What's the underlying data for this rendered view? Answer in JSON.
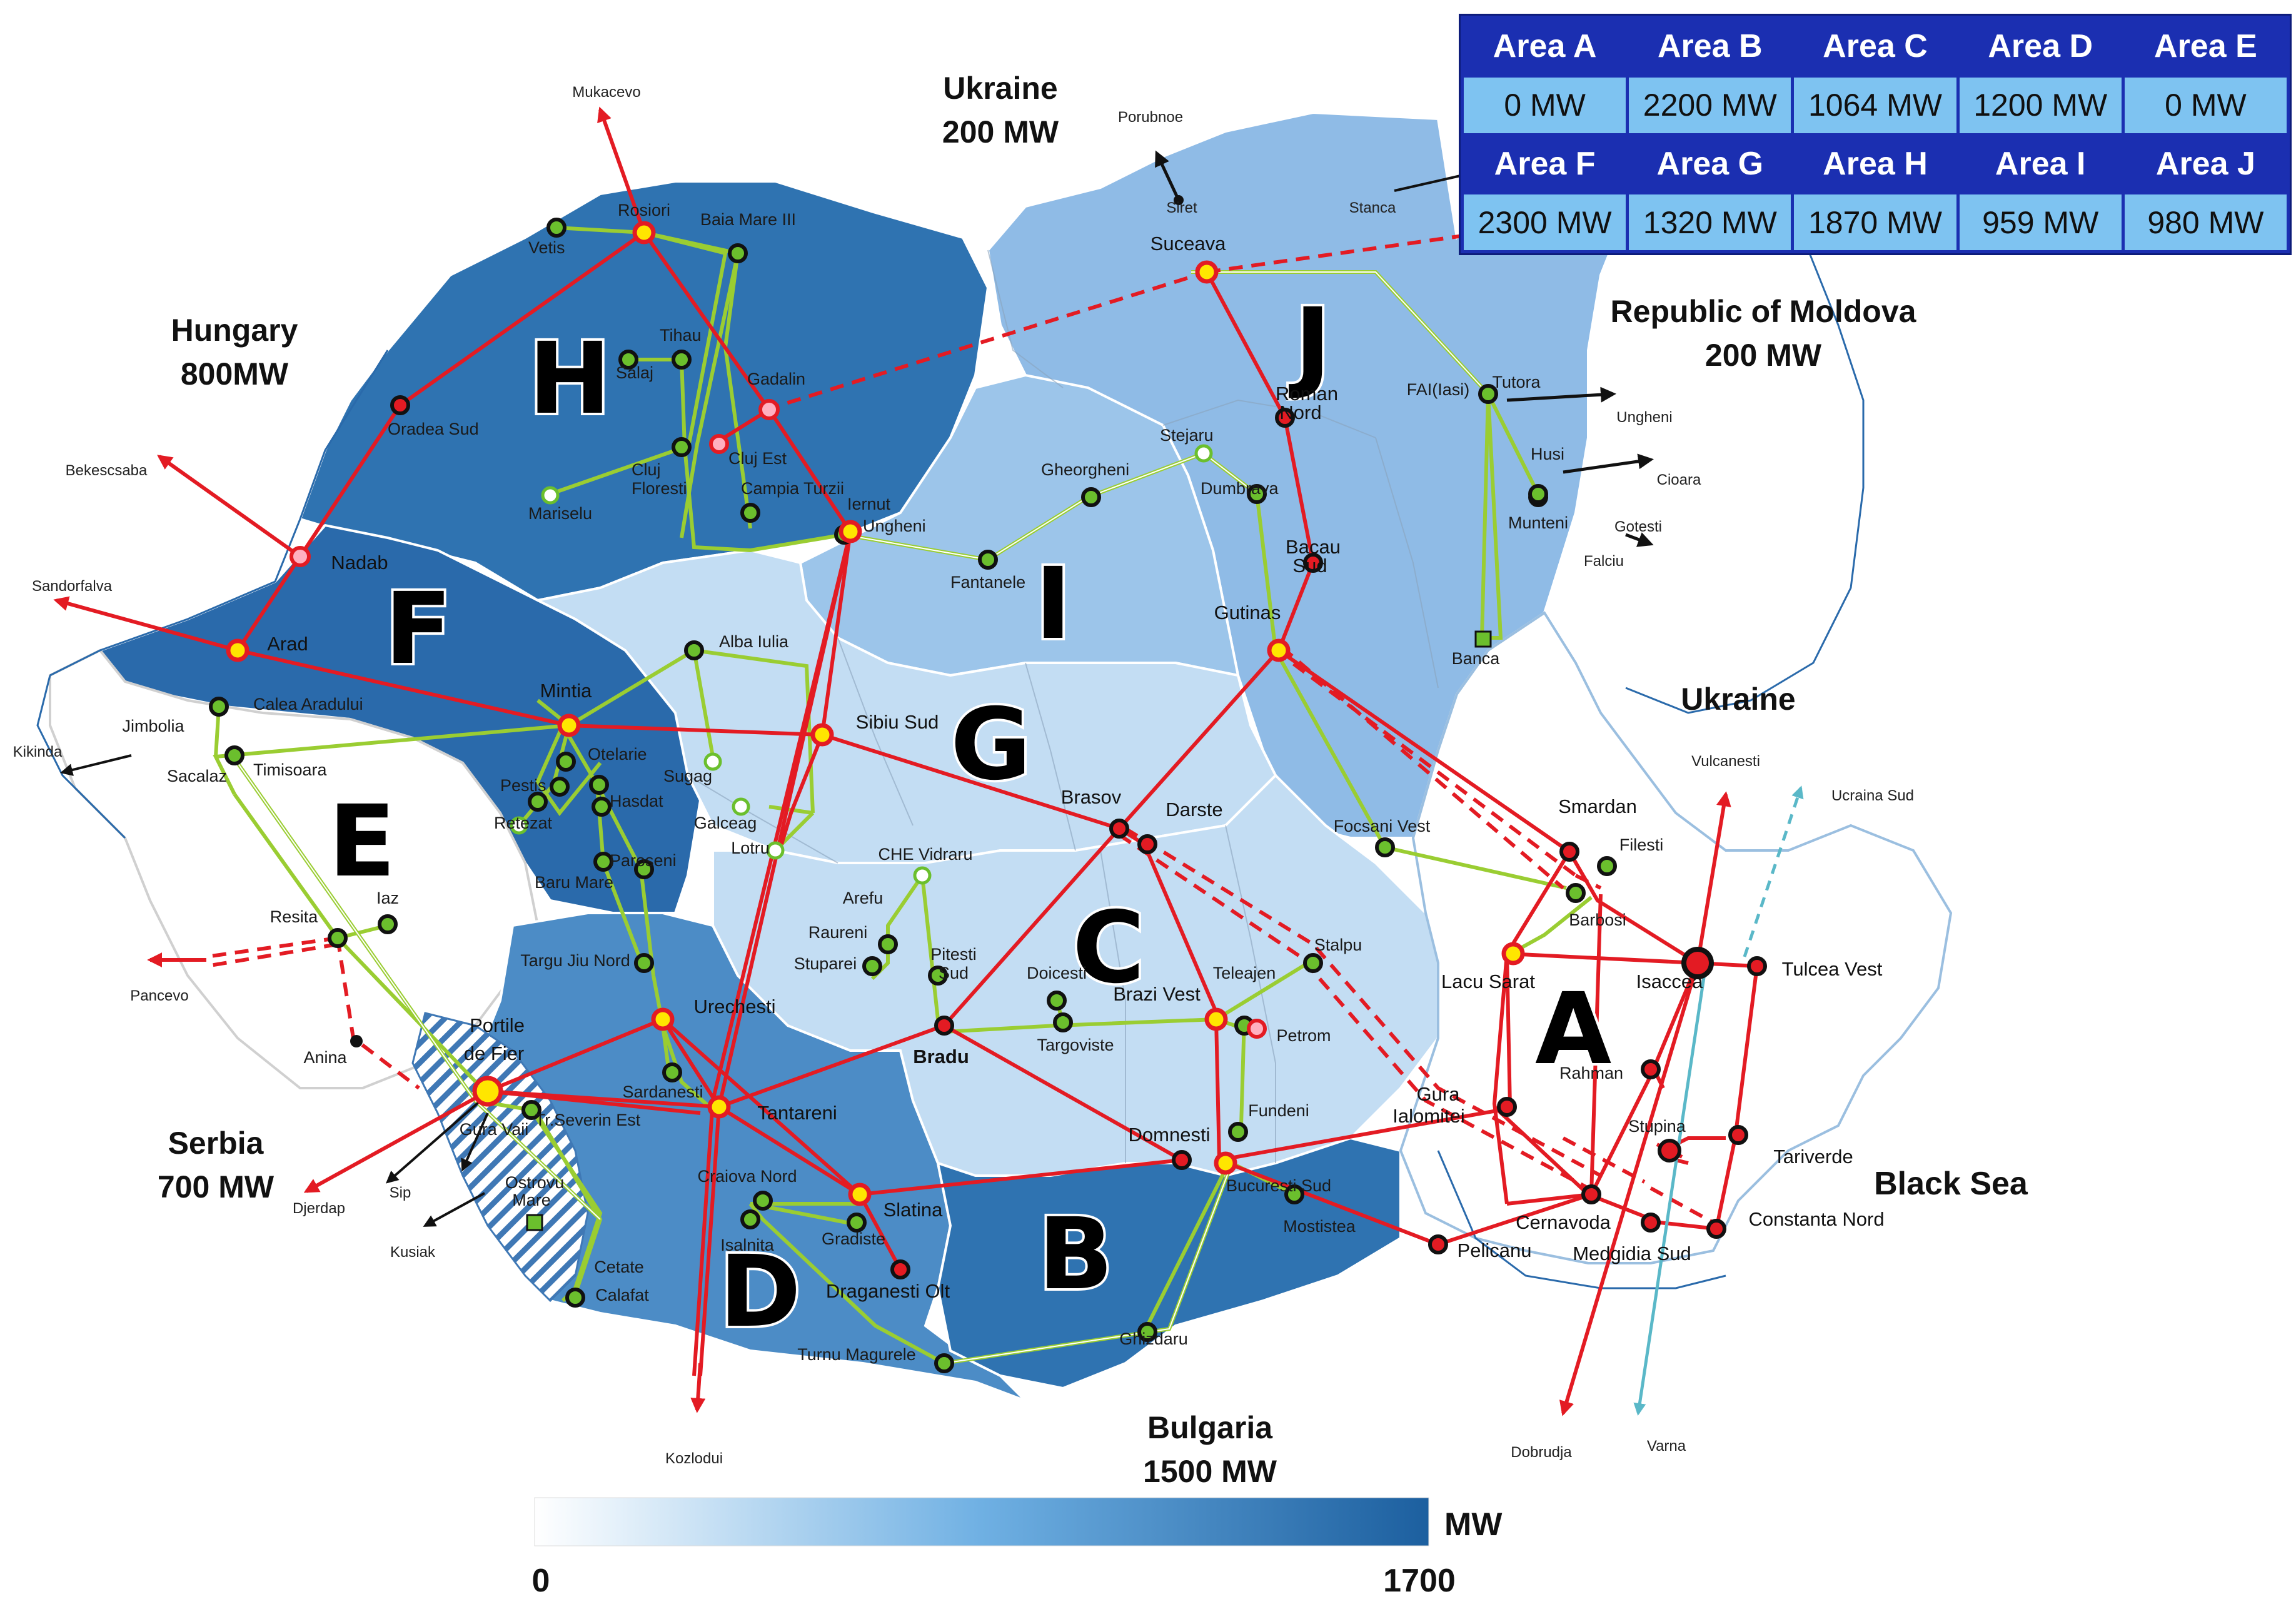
{
  "colors": {
    "line_400kv": "#e31b23",
    "line_220kv": "#9acd32",
    "line_hvdc": "#5ab8c8",
    "table_header": "#1b2fb1",
    "table_cell": "#7ec3f1",
    "scale_max": "#1c5f9f",
    "scale_min": "#ffffff"
  },
  "table": {
    "rows": [
      [
        {
          "area": "Area A",
          "value": "0 MW"
        },
        {
          "area": "Area B",
          "value": "2200 MW"
        },
        {
          "area": "Area C",
          "value": "1064 MW"
        },
        {
          "area": "Area D",
          "value": "1200 MW"
        },
        {
          "area": "Area E",
          "value": "0 MW"
        }
      ],
      [
        {
          "area": "Area F",
          "value": "2300 MW"
        },
        {
          "area": "Area G",
          "value": "1320 MW"
        },
        {
          "area": "Area H",
          "value": "1870 MW"
        },
        {
          "area": "Area I",
          "value": "959 MW"
        },
        {
          "area": "Area J",
          "value": "980 MW"
        }
      ]
    ]
  },
  "area_labels": {
    "A": "A",
    "B": "B",
    "C": "C",
    "D": "D",
    "E": "E",
    "F": "F",
    "G": "G",
    "H": "H",
    "I": "I",
    "J": "J"
  },
  "countries": {
    "ukraine_north": {
      "name": "Ukraine",
      "capacity": "200 MW"
    },
    "hungary": {
      "name": "Hungary",
      "capacity": "800MW"
    },
    "moldova": {
      "name": "Republic of Moldova",
      "capacity": "200 MW"
    },
    "ukraine_east": {
      "name": "Ukraine"
    },
    "serbia": {
      "name": "Serbia",
      "capacity": "700 MW"
    },
    "bulgaria": {
      "name": "Bulgaria",
      "capacity": "1500 MW"
    }
  },
  "sea": "Black Sea",
  "scale": {
    "min": "0",
    "max": "1700",
    "unit": "MW"
  },
  "external": {
    "mukacevo": "Mukacevo",
    "porubnoe": "Porubnoe",
    "siret": "Siret",
    "stanca": "Stanca",
    "bekescsaba": "Bekescsaba",
    "sandorfalva": "Sandorfalva",
    "kikinda": "Kikinda",
    "ungheni_md": "Ungheni",
    "cioara": "Cioara",
    "gotesti": "Gotesti",
    "pancevo": "Pancevo",
    "djerdap": "Djerdap",
    "sip": "Sip",
    "kusiak": "Kusiak",
    "kozlodui": "Kozlodui",
    "vulcanesti": "Vulcanesti",
    "ucraina_sud": "Ucraina Sud",
    "dobrudja": "Dobrudja",
    "varna": "Varna"
  },
  "substations": {
    "rosiori": "Rosiori",
    "vetis": "Vetis",
    "baia_mare": "Baia Mare III",
    "tihau": "Tihau",
    "salaj": "Salaj",
    "gadalin": "Gadalin",
    "oradea": "Oradea Sud",
    "cluj_est": "Cluj Est",
    "cluj_f": "Cluj Floresti",
    "campia": "Campia Turzii",
    "mariselu": "Mariselu",
    "iernut": "Iernut",
    "ungheni": "Ungheni",
    "fantanele": "Fantanele",
    "gheorgheni": "Gheorgheni",
    "stejaru": "Stejaru",
    "dumbrava": "Dumbrava",
    "suceava": "Suceava",
    "roman": "Roman Nord",
    "fai": "FAI(Iasi)",
    "tutora": "Tutora",
    "husi": "Husi",
    "munteni": "Munteni",
    "falciu": "Falciu",
    "bacau": "Bacau Sud",
    "gutinas": "Gutinas",
    "banca": "Banca",
    "nadab": "Nadab",
    "arad": "Arad",
    "alba": "Alba Iulia",
    "calea": "Calea Aradului",
    "jimbolia": "Jimbolia",
    "sacalaz": "Sacalaz",
    "timisoara": "Timisoara",
    "mintia": "Mintia",
    "otelarie": "Otelarie",
    "pestis": "Pestis",
    "hasdat": "Hasdat",
    "retezat": "Retezat",
    "paroseni": "Paroseni",
    "baru_mare": "Baru Mare",
    "sugag": "Sugag",
    "galceag": "Galceag",
    "lotru": "Lotru",
    "sibiu": "Sibiu Sud",
    "brasov": "Brasov",
    "darste": "Darste",
    "focsani": "Focsani Vest",
    "smardan": "Smardan",
    "filesti": "Filesti",
    "barbosi": "Barbosi",
    "lacu_sarat": "Lacu Sarat",
    "isaccea": "Isaccea",
    "tulcea": "Tulcea Vest",
    "resita": "Resita",
    "iaz": "Iaz",
    "anina": "Anina",
    "targu_jiu": "Targu Jiu Nord",
    "urechesti": "Urechesti",
    "portile": "Portile de Fier",
    "gura_vaii": "Gura Vaii",
    "tr_severin": "Tr.Severin Est",
    "ostrovu": "Ostrovu Mare",
    "cetate": "Cetate",
    "calafat": "Calafat",
    "sardanesti": "Sardanesti",
    "tantareni": "Tantareni",
    "craiova": "Craiova Nord",
    "isalnita": "Isalnita",
    "gradiste": "Gradiste",
    "slatina": "Slatina",
    "draganesti": "Draganesti Olt",
    "turnu": "Turnu Magurele",
    "che_vidraru": "CHE Vidraru",
    "arefu": "Arefu",
    "raureni": "Raureni",
    "stuparei": "Stuparei",
    "pitesti": "Pitesti Sud",
    "bradu": "Bradu",
    "doicesti": "Doicesti",
    "targoviste": "Targoviste",
    "brazi": "Brazi Vest",
    "teleajen": "Teleajen",
    "stalpu": "Stalpu",
    "petrom": "Petrom",
    "fundeni": "Fundeni",
    "domnesti": "Domnesti",
    "buc_sud": "Bucuresti Sud",
    "mostistea": "Mostistea",
    "ghizdaru": "Ghizdaru",
    "gura_ial": "Gura Ialomitei",
    "rahman": "Rahman",
    "stupina": "Stupina",
    "tariverde": "Tariverde",
    "cernavoda": "Cernavoda",
    "pelicanu": "Pelicanu",
    "medgidia": "Medgidia Sud",
    "constanta": "Constanta Nord"
  }
}
